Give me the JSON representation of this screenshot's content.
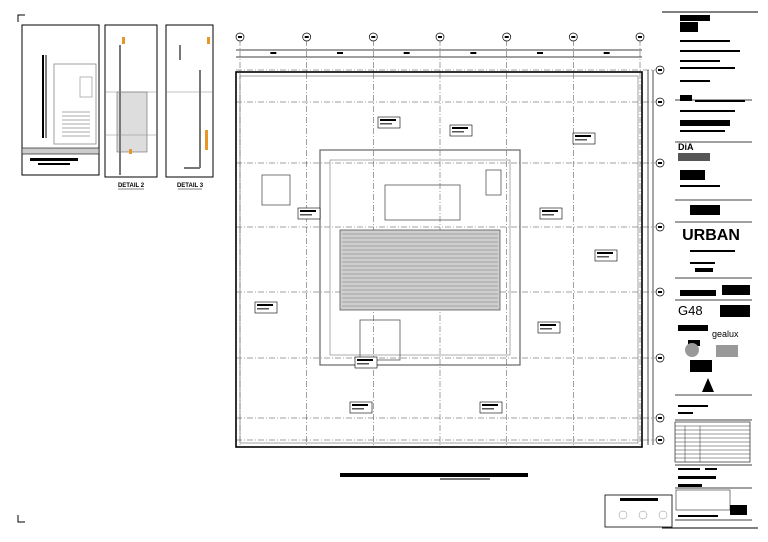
{
  "details": [
    {
      "label": ""
    },
    {
      "label": "DETAIL 2"
    },
    {
      "label": "DETAIL 3"
    }
  ],
  "title_block": {
    "logos": [
      "DiA",
      "URBAN",
      "G48",
      "gealux"
    ]
  },
  "colors": {
    "line": "#000000",
    "gray": "#8a8a8a",
    "accent": "#e8952a",
    "fill": "#d8d8d8"
  }
}
